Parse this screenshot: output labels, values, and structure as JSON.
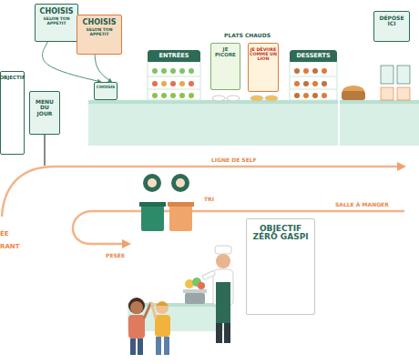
{
  "diagram": {
    "nodes": [
      {
        "text": [
          "OBJECTIF"
        ]
      },
      {
        "text": [
          "CHOISIS",
          "SELON TON APPÉTIT"
        ]
      },
      {
        "text": [
          "CHOISIS",
          "SELON TON APPÉTIT"
        ]
      },
      {
        "text": [
          "CHOISIS"
        ]
      },
      {
        "text": [
          "MENU DU JOUR"
        ]
      },
      {
        "text": [
          "ENTRÉES"
        ]
      },
      {
        "text": [
          "JE PICORE"
        ]
      },
      {
        "text": [
          "JE DÉVORE COMME UN LION"
        ]
      },
      {
        "text": [
          "DESSERTS"
        ]
      },
      {
        "text": [
          "DÉPOSE ICI"
        ]
      },
      {
        "text": [
          "OBJECTIF ZÉRO GASPI"
        ]
      }
    ],
    "edges": [
      {
        "from": 1,
        "to": 3,
        "arrow": "to"
      },
      {
        "from": 2,
        "to": 3,
        "arrow": "to"
      }
    ],
    "labels": [
      "PLATS CHAUDS",
      "LIGNE DE SELF",
      "TRI",
      "SALLE À MANGER",
      "PESÉE",
      "ÉE",
      "RANT"
    ]
  }
}
